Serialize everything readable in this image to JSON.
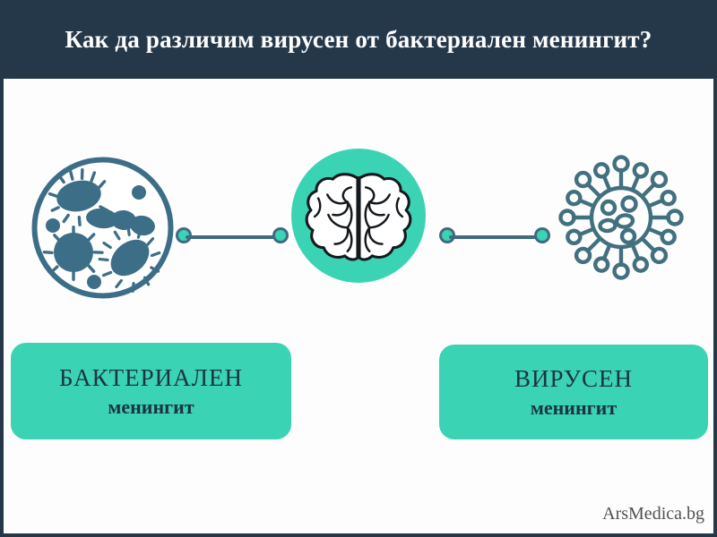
{
  "header": {
    "title": "Как да различим вирусен от бактериален менингит?",
    "background_color": "#25384a",
    "text_color": "#ffffff"
  },
  "colors": {
    "dark_navy": "#25384a",
    "teal_accent": "#3ad3b3",
    "steel_blue": "#3f6a80",
    "bacteria_fill": "#3c6e88",
    "page_background": "#fdfdfd",
    "label_text": "#1d3344"
  },
  "diagram": {
    "nodes": [
      {
        "id": "bacteria",
        "icon_name": "bacteria-petri-dish-icon",
        "description": "Кръг с бактерии"
      },
      {
        "id": "brain",
        "icon_name": "brain-icon",
        "description": "Мозък в тюркоазен кръг"
      },
      {
        "id": "virus",
        "icon_name": "virus-icon",
        "description": "Вирус с шипове"
      }
    ],
    "connectors": [
      {
        "id": "left",
        "from": "bacteria",
        "to": "brain"
      },
      {
        "id": "right",
        "from": "brain",
        "to": "virus"
      }
    ]
  },
  "labels": {
    "bacterial": {
      "main": "БАКТЕРИАЛЕН",
      "sub": "менингит"
    },
    "viral": {
      "main": "ВИРУСЕН",
      "sub": "менингит"
    }
  },
  "watermark": {
    "text": "ArsMedica.bg"
  }
}
